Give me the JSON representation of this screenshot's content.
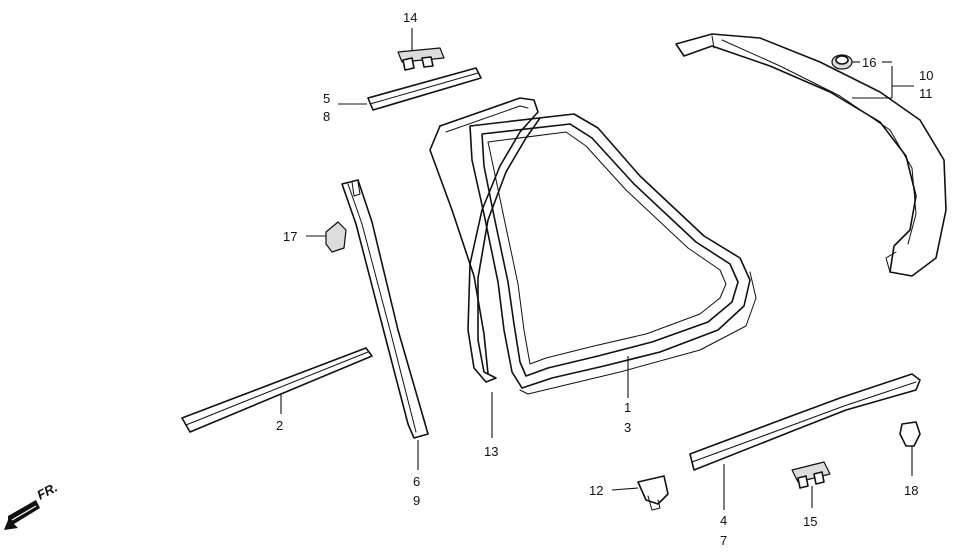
{
  "callouts": {
    "c1": "1",
    "c2": "2",
    "c3": "3",
    "c4": "4",
    "c5": "5",
    "c6": "6",
    "c7": "7",
    "c8": "8",
    "c9": "9",
    "c10": "10",
    "c11": "11",
    "c12": "12",
    "c13": "13",
    "c14": "14",
    "c15": "15",
    "c16": "16",
    "c17": "17",
    "c18": "18"
  },
  "front_indicator": "FR."
}
